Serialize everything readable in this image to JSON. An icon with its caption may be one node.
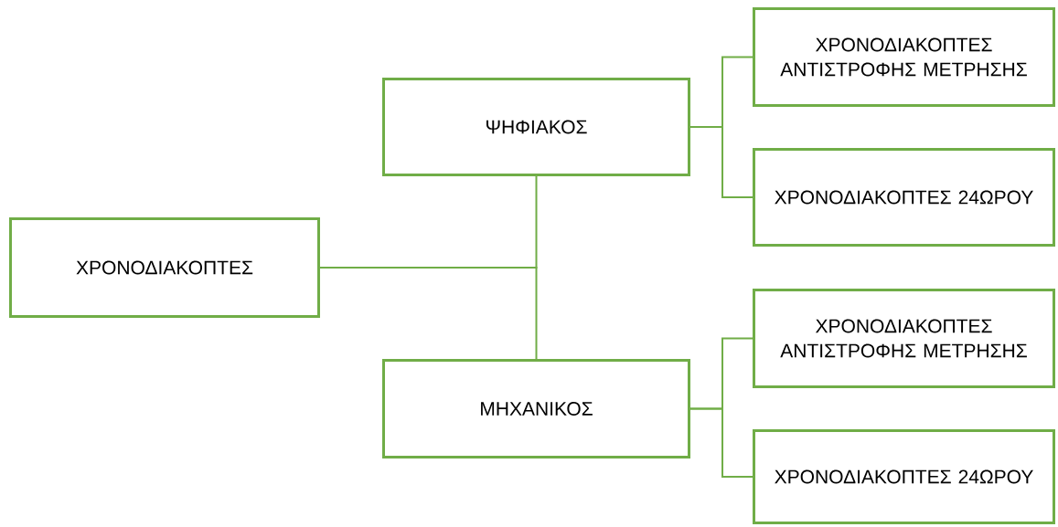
{
  "diagram": {
    "nodes": [
      {
        "text": [
          "ΧΡΟΝΟΔΙΑΚΟΠΤΕΣ"
        ]
      },
      {
        "text": [
          "ΨΗΦΙΑΚΟΣ"
        ]
      },
      {
        "text": [
          "ΜΗΧΑΝΙΚΟΣ"
        ]
      },
      {
        "text": [
          "ΧΡΟΝΟΔΙΑΚΟΠΤΕΣ ΑΝΤΙΣΤΡΟΦΗΣ ΜΕΤΡΗΣΗΣ"
        ]
      },
      {
        "text": [
          "ΧΡΟΝΟΔΙΑΚΟΠΤΕΣ 24ΩΡΟΥ"
        ]
      },
      {
        "text": [
          "ΧΡΟΝΟΔΙΑΚΟΠΤΕΣ ΑΝΤΙΣΤΡΟΦΗΣ ΜΕΤΡΗΣΗΣ"
        ]
      },
      {
        "text": [
          "ΧΡΟΝΟΔΙΑΚΟΠΤΕΣ 24ΩΡΟΥ"
        ]
      }
    ],
    "edges": [
      {
        "from": 0,
        "to": 1,
        "arrow": "none"
      },
      {
        "from": 0,
        "to": 2,
        "arrow": "none"
      },
      {
        "from": 1,
        "to": 3,
        "arrow": "none"
      },
      {
        "from": 1,
        "to": 4,
        "arrow": "none"
      },
      {
        "from": 2,
        "to": 5,
        "arrow": "none"
      },
      {
        "from": 2,
        "to": 6,
        "arrow": "none"
      }
    ]
  }
}
